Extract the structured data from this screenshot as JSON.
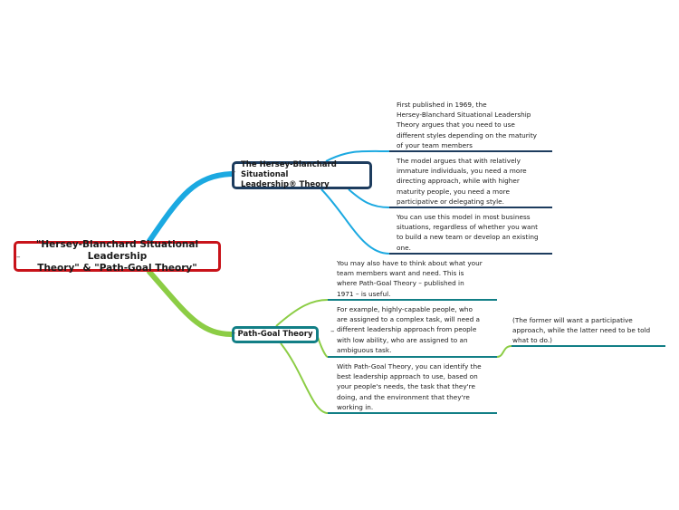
{
  "central": {
    "label": "\"Hersey-Blanchard Situational Leadership\nTheory\" & \"Path-Goal Theory\"",
    "border_color": "#c8131a"
  },
  "branches": [
    {
      "label": "The Hersey-Blanchard Situational\nLeadership® Theory",
      "border_color": "#1d3c5e",
      "connector_color": "#1ba9e1",
      "notes": [
        "First published in 1969, the\nHersey-Blanchard Situational Leadership\nTheory argues that you need to use\ndifferent styles depending on the maturity\nof your team members",
        "The model argues that with relatively\nimmature individuals, you need a more\ndirecting approach, while with higher\nmaturity people, you need a more\nparticipative or delegating style.",
        "You can use this model in most business\nsituations, regardless of whether you want\nto build a new team or develop an existing\none."
      ]
    },
    {
      "label": "Path-Goal Theory",
      "border_color": "#127f86",
      "connector_color": "#8ccd45",
      "notes": [
        "You may also have to think about what your\nteam members want and need. This is\nwhere Path-Goal Theory – published in\n1971 – is useful.",
        "For example, highly-capable people, who\nare assigned to a complex task, will need a\ndifferent leadership approach from people\nwith low ability, who are assigned to an\nambiguous task.",
        "With Path-Goal Theory, you can identify the\nbest leadership approach to use, based on\nyour people's needs, the task that they're\ndoing, and the environment that they're\nworking in."
      ],
      "sub_note": "(The former will want a participative\napproach, while the latter need to be told\nwhat to do.)"
    }
  ],
  "collapse_symbol": "–"
}
